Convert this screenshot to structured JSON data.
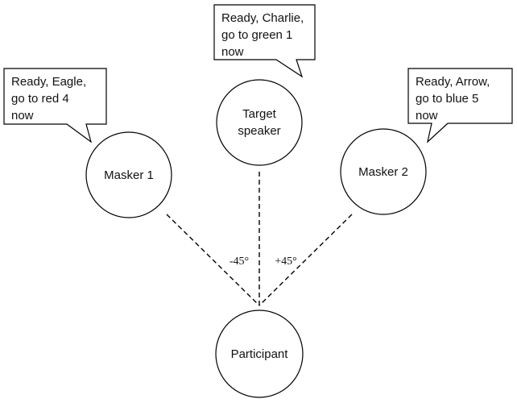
{
  "nodes": {
    "masker1": {
      "lines": [
        "Masker 1"
      ]
    },
    "target": {
      "lines": [
        "Target",
        "speaker"
      ]
    },
    "masker2": {
      "lines": [
        "Masker 2"
      ]
    },
    "participant": {
      "lines": [
        "Participant"
      ]
    }
  },
  "bubbles": {
    "masker1": {
      "lines": [
        "Ready, Eagle,",
        "go to red 4",
        "now"
      ]
    },
    "target": {
      "lines": [
        "Ready, Charlie,",
        "go to green 1",
        "now"
      ]
    },
    "masker2": {
      "lines": [
        "Ready, Arrow,",
        "go to blue 5",
        "now"
      ]
    }
  },
  "angles": {
    "left": "-45°",
    "right": "+45°"
  }
}
